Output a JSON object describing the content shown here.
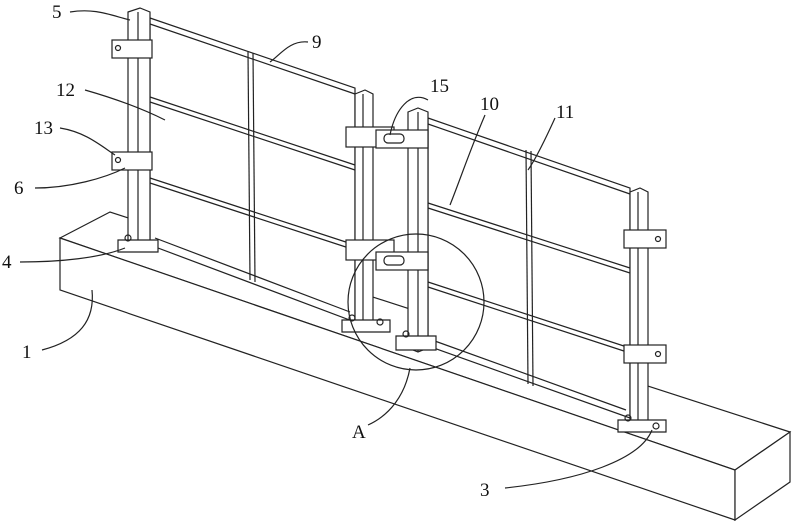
{
  "title": "Fence assembly patent drawing",
  "labels": {
    "l5": "5",
    "l9": "9",
    "l12": "12",
    "l13": "13",
    "l6": "6",
    "l4": "4",
    "l1": "1",
    "l15": "15",
    "l10": "10",
    "l11": "11",
    "lA": "A",
    "l3": "3"
  }
}
